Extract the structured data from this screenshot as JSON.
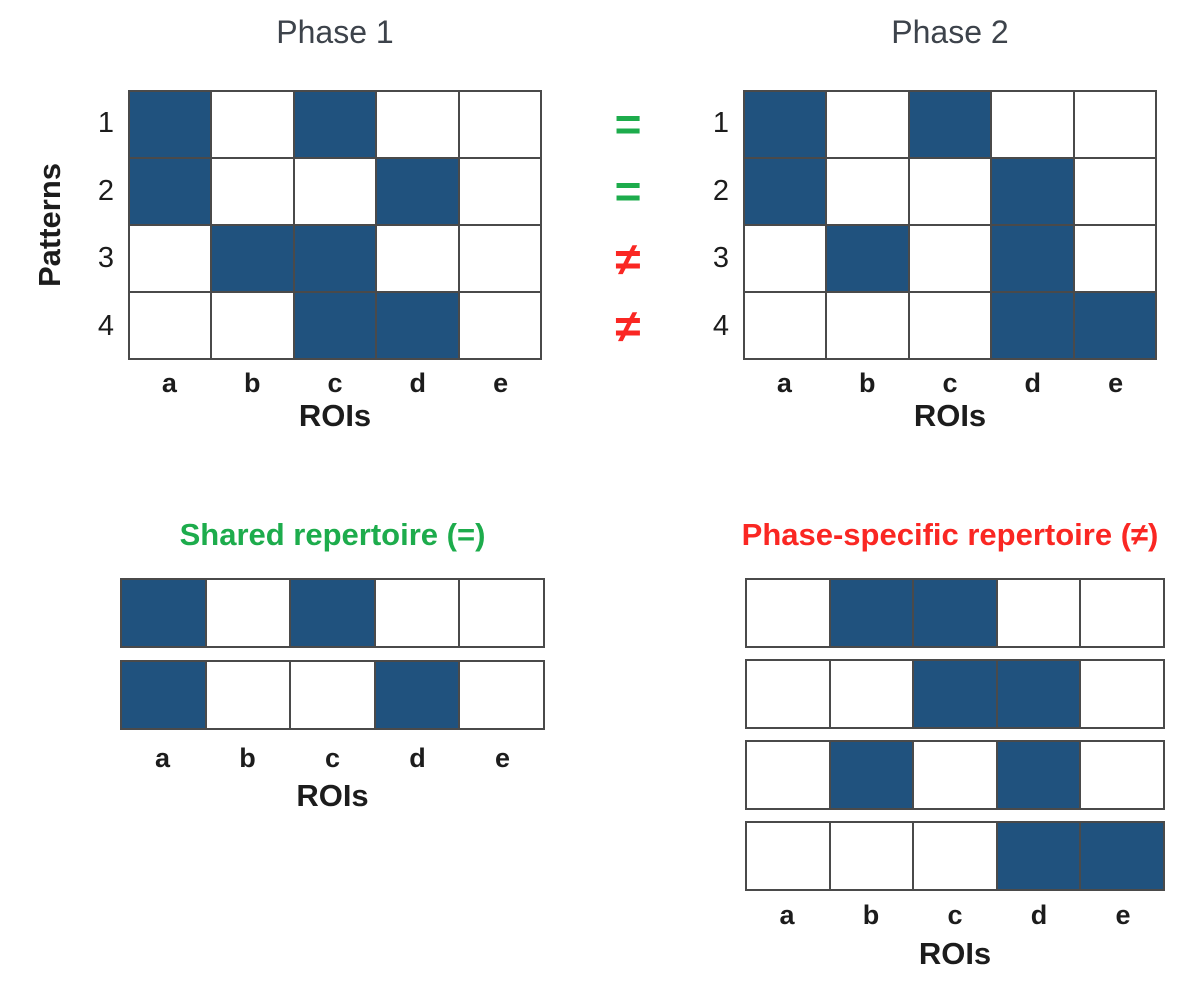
{
  "colors": {
    "cell_fill": "#20527e",
    "cell_empty": "#ffffff",
    "grid_line": "#4a4a4a",
    "title_text": "#3d434b",
    "label_text": "#1c1c1c",
    "equal_green": "#1dac4c",
    "notequal_red": "#fa2723"
  },
  "axes": {
    "x_label": "ROIs",
    "y_label": "Patterns",
    "roi_labels": [
      "a",
      "b",
      "c",
      "d",
      "e"
    ],
    "pattern_labels": [
      "1",
      "2",
      "3",
      "4"
    ]
  },
  "phase1": {
    "title": "Phase 1",
    "matrix": [
      [
        1,
        0,
        1,
        0,
        0
      ],
      [
        1,
        0,
        0,
        1,
        0
      ],
      [
        0,
        1,
        1,
        0,
        0
      ],
      [
        0,
        0,
        1,
        1,
        0
      ]
    ]
  },
  "phase2": {
    "title": "Phase 2",
    "matrix": [
      [
        1,
        0,
        1,
        0,
        0
      ],
      [
        1,
        0,
        0,
        1,
        0
      ],
      [
        0,
        1,
        0,
        1,
        0
      ],
      [
        0,
        0,
        0,
        1,
        1
      ]
    ]
  },
  "comparison": {
    "symbols": [
      {
        "glyph": "=",
        "type": "equal"
      },
      {
        "glyph": "=",
        "type": "equal"
      },
      {
        "glyph": "≠",
        "type": "not-equal"
      },
      {
        "glyph": "≠",
        "type": "not-equal"
      }
    ]
  },
  "shared": {
    "title": "Shared repertoire (=)",
    "rows": [
      [
        1,
        0,
        1,
        0,
        0
      ],
      [
        1,
        0,
        0,
        1,
        0
      ]
    ]
  },
  "phase_specific": {
    "title": "Phase-specific repertoire (≠)",
    "rows": [
      [
        0,
        1,
        1,
        0,
        0
      ],
      [
        0,
        0,
        1,
        1,
        0
      ],
      [
        0,
        1,
        0,
        1,
        0
      ],
      [
        0,
        0,
        0,
        1,
        1
      ]
    ]
  }
}
